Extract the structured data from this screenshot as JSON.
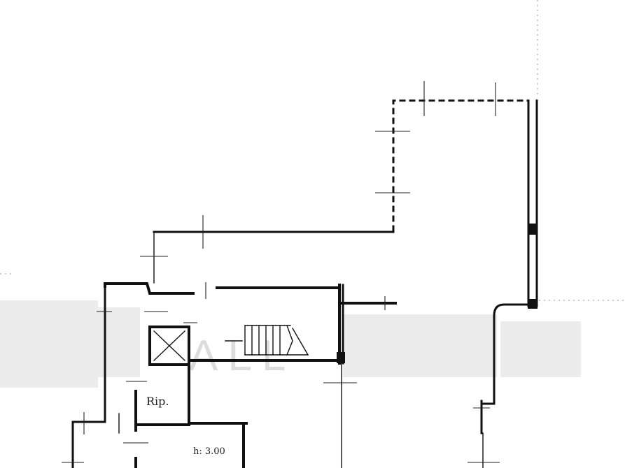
{
  "plan": {
    "labels": {
      "storage": "Rip.",
      "ceiling_height": "h: 3.00"
    },
    "watermark": "ALL"
  }
}
